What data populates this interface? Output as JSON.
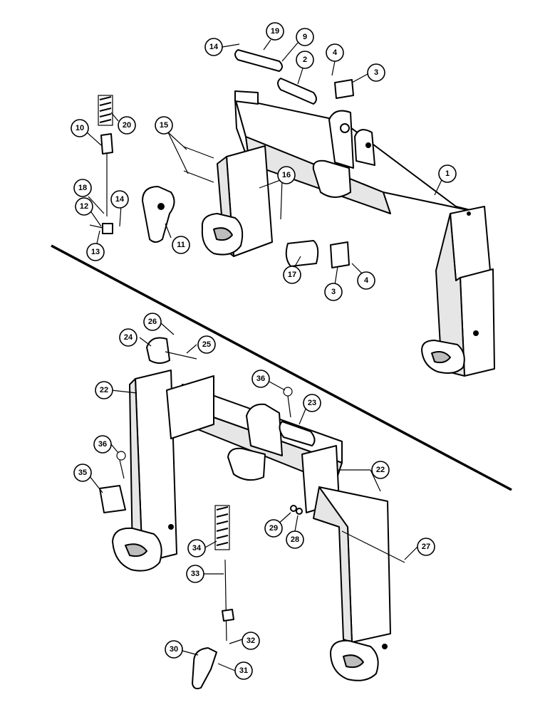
{
  "callouts": [
    {
      "id": "c1",
      "label": "1"
    },
    {
      "id": "c2",
      "label": "2"
    },
    {
      "id": "c3a",
      "label": "3"
    },
    {
      "id": "c3b",
      "label": "3"
    },
    {
      "id": "c4a",
      "label": "4"
    },
    {
      "id": "c4b",
      "label": "4"
    },
    {
      "id": "c9",
      "label": "9"
    },
    {
      "id": "c10",
      "label": "10"
    },
    {
      "id": "c11",
      "label": "11"
    },
    {
      "id": "c12",
      "label": "12"
    },
    {
      "id": "c13",
      "label": "13"
    },
    {
      "id": "c14a",
      "label": "14"
    },
    {
      "id": "c14b",
      "label": "14"
    },
    {
      "id": "c15",
      "label": "15"
    },
    {
      "id": "c16",
      "label": "16"
    },
    {
      "id": "c17",
      "label": "17"
    },
    {
      "id": "c18",
      "label": "18"
    },
    {
      "id": "c19",
      "label": "19"
    },
    {
      "id": "c20",
      "label": "20"
    },
    {
      "id": "c22a",
      "label": "22"
    },
    {
      "id": "c22b",
      "label": "22"
    },
    {
      "id": "c23",
      "label": "23"
    },
    {
      "id": "c24",
      "label": "24"
    },
    {
      "id": "c25",
      "label": "25"
    },
    {
      "id": "c26",
      "label": "26"
    },
    {
      "id": "c27",
      "label": "27"
    },
    {
      "id": "c28",
      "label": "28"
    },
    {
      "id": "c29",
      "label": "29"
    },
    {
      "id": "c30",
      "label": "30"
    },
    {
      "id": "c31",
      "label": "31"
    },
    {
      "id": "c32",
      "label": "32"
    },
    {
      "id": "c33",
      "label": "33"
    },
    {
      "id": "c34",
      "label": "34"
    },
    {
      "id": "c35",
      "label": "35"
    },
    {
      "id": "c36a",
      "label": "36"
    },
    {
      "id": "c36b",
      "label": "36"
    }
  ]
}
